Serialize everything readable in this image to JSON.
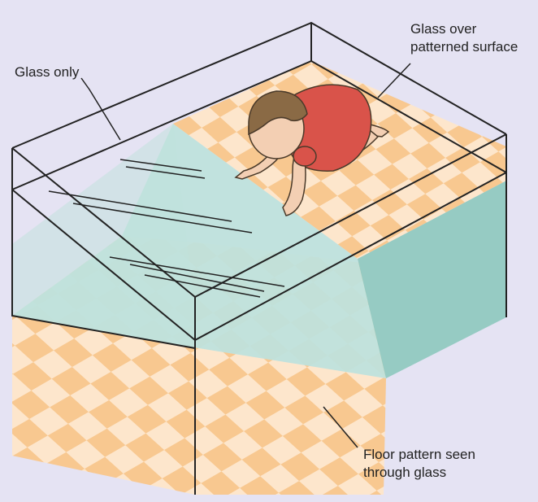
{
  "labels": {
    "glass_only": "Glass only",
    "glass_over_line1": "Glass over",
    "glass_over_line2": "patterned surface",
    "floor_line1": "Floor pattern seen",
    "floor_line2": "through glass"
  },
  "colors": {
    "background": "#e5e3f3",
    "tile_dark": "#f8c890",
    "tile_light": "#fde6cc",
    "cliff_face": "#96cbc3",
    "cliff_side": "#bfe1dc",
    "glass_edge": "#222222",
    "shirt": "#d9534a",
    "skin": "#f3cfb3",
    "hair": "#8a6a45"
  },
  "icons": [
    "baby-figure",
    "glass-reflection-lines",
    "checkerboard-floor"
  ]
}
